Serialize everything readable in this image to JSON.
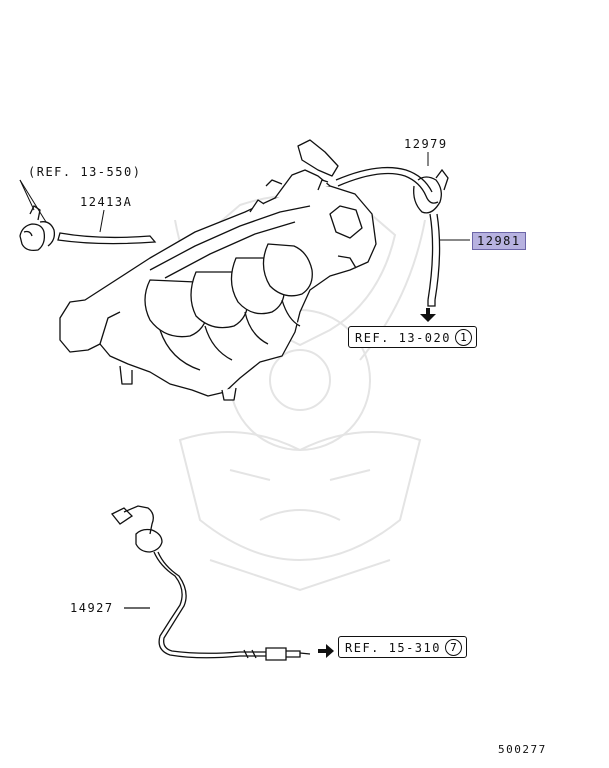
{
  "parts": {
    "hose_12979": "12979",
    "hose_12981": "12981",
    "hose_12413A": "12413A",
    "sensor_14927": "14927"
  },
  "references": {
    "ref_13_550": "(REF. 13-550)",
    "ref_13_020": {
      "text": "REF. 13-020",
      "index": "1"
    },
    "ref_15_310": {
      "text": "REF. 15-310",
      "index": "7"
    }
  },
  "diagram_id": "500277",
  "colors": {
    "highlight": "#b7b2e0",
    "line": "#111111",
    "watermark": "#e6e6e6"
  }
}
